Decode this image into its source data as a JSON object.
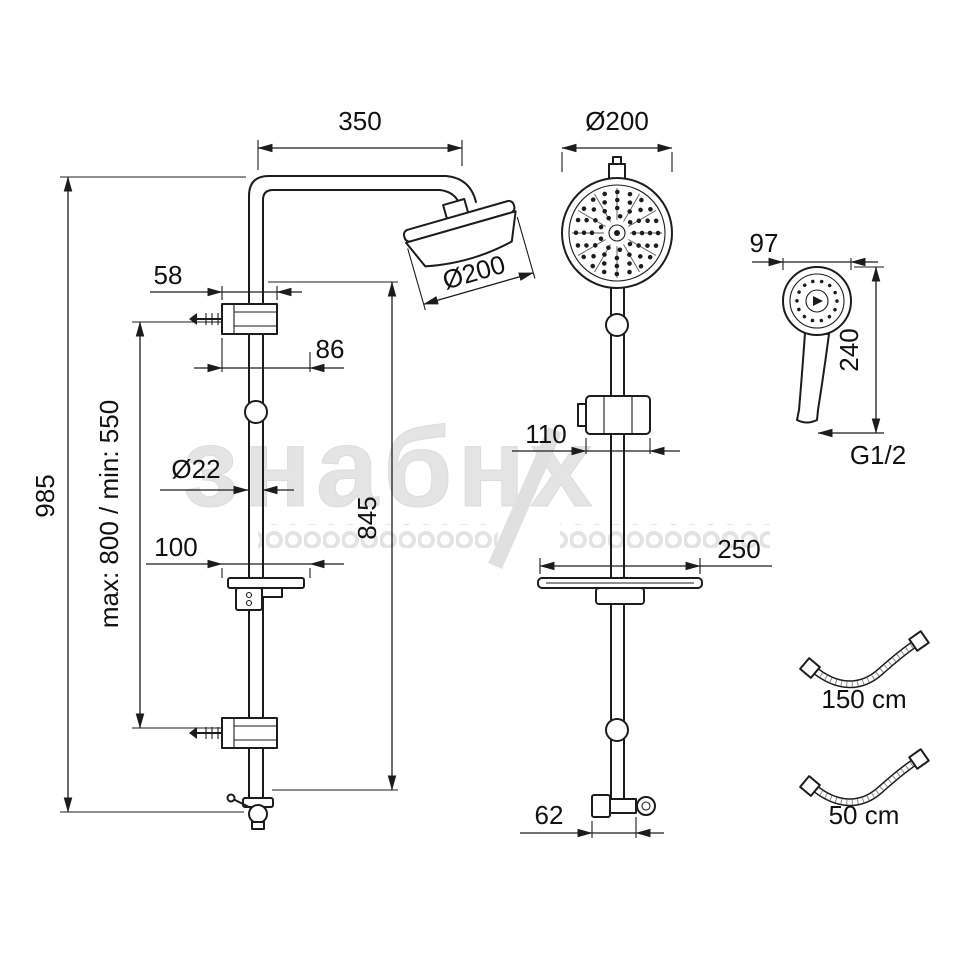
{
  "views": {
    "side": {
      "dims": {
        "arm_reach": "350",
        "total_height": "985",
        "bracket_depth": "58",
        "bracket_width": "86",
        "head_diameter": "Ø200",
        "pipe_diameter": "Ø22",
        "adjust_range": "max: 800 / min: 550",
        "column_height": "845",
        "soap_dish_depth": "100"
      }
    },
    "front": {
      "dims": {
        "head_diameter": "Ø200",
        "holder_width": "110",
        "shelf_width": "250",
        "elbow_width": "62"
      }
    },
    "hand_shower": {
      "dims": {
        "head_width": "97",
        "length": "240",
        "thread": "G1/2"
      }
    },
    "hoses": {
      "long_label": "150 cm",
      "short_label": "50 cm"
    }
  },
  "watermark": {
    "text": "знабнх"
  },
  "colors": {
    "line": "#1c1c1c",
    "background": "#ffffff",
    "watermark": "#e4e4e4"
  }
}
